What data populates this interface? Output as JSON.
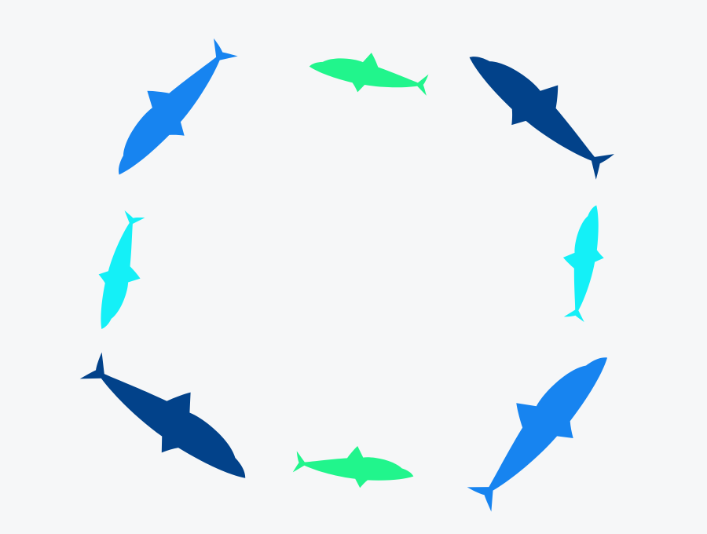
{
  "illustration": {
    "background": "#f6f7f8",
    "palette": {
      "blue": "#1784f0",
      "green": "#21f58c",
      "navy": "#02428a",
      "cyan": "#14f0f7"
    },
    "dolphins": [
      {
        "name": "top-left",
        "color": "blue"
      },
      {
        "name": "top",
        "color": "green"
      },
      {
        "name": "top-right",
        "color": "navy"
      },
      {
        "name": "right",
        "color": "cyan"
      },
      {
        "name": "bottom-right",
        "color": "blue"
      },
      {
        "name": "bottom",
        "color": "green"
      },
      {
        "name": "bottom-left",
        "color": "navy"
      },
      {
        "name": "left",
        "color": "cyan"
      }
    ]
  }
}
